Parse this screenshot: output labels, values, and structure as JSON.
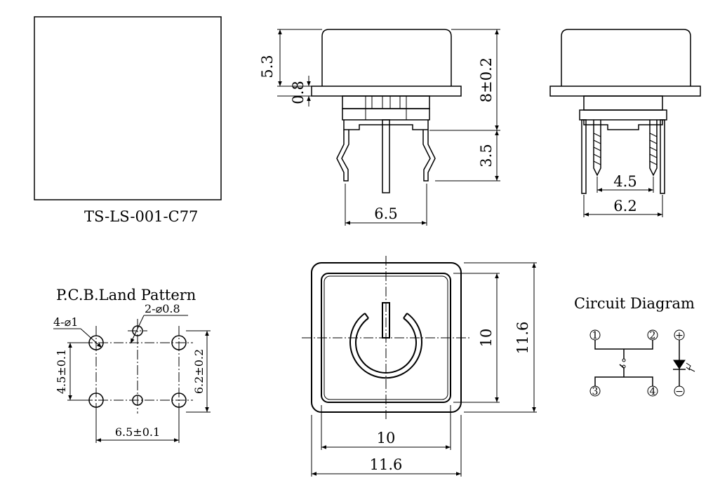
{
  "part_number": "TS-LS-001-C77",
  "front_view": {
    "dim_cap_height": "5.3",
    "dim_flange": "0.8",
    "dim_total_height": "8±0.2",
    "dim_pin_length": "3.5",
    "dim_pin_span": "6.5"
  },
  "side_view": {
    "dim_inner_span": "4.5",
    "dim_outer_span": "6.2"
  },
  "land_pattern": {
    "title": "P.C.B.Land Pattern",
    "hole_large": "4-⌀1",
    "hole_small": "2-⌀0.8",
    "dim_vertical_left": "4.5±0.1",
    "dim_vertical_right": "6.2±0.2",
    "dim_horizontal": "6.5±0.1"
  },
  "top_view": {
    "dim_inner_width": "10",
    "dim_outer_width": "11.6",
    "dim_inner_height": "10",
    "dim_outer_height": "11.6"
  },
  "circuit": {
    "title": "Circuit Diagram",
    "pin1": "1",
    "pin2": "2",
    "pin3": "3",
    "pin4": "4",
    "led_plus": "+",
    "led_minus": "−"
  }
}
